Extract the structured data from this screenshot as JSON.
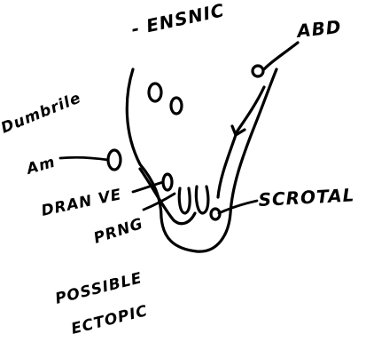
{
  "labels": {
    "top_left": "- ENSNIC",
    "top_right": "ABD",
    "left_upper_line1": "Dumbrile",
    "left_upper_line2": "Am",
    "left_middle": "DRAN VE",
    "left_lower": "PRNG",
    "right_middle": "SCROTAL",
    "bottom_line1": "POSSIBLE",
    "bottom_line2": "ECTOPIC"
  },
  "colors": {
    "background": "#ffffff",
    "ink": "#000000"
  }
}
